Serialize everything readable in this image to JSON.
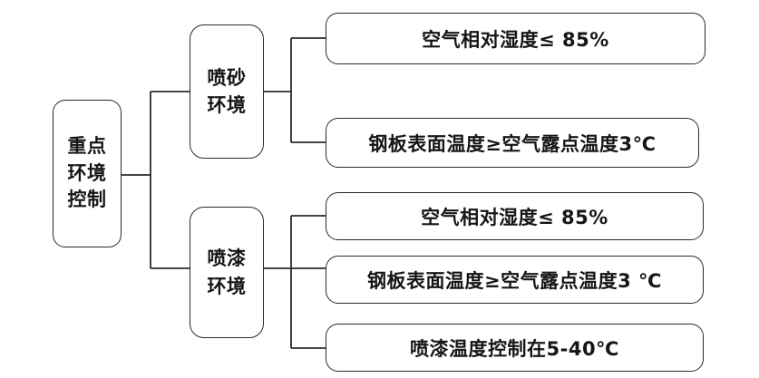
{
  "diagram": {
    "type": "tree-diagram",
    "orientation": "left-to-right",
    "background_color": "#ffffff",
    "line_color": "#2b2b2b",
    "text_color": "#161616",
    "root": {
      "id": "root-key-environment-control",
      "label": "重点\n环境\n控制",
      "label_plain": "重点环境控制"
    },
    "branches": [
      {
        "id": "branch-blasting",
        "label": "喷砂\n环境",
        "label_plain": "喷砂环境",
        "leaves": [
          {
            "id": "leaf-blasting-humidity",
            "label": "空气相对湿度≤ 85%"
          },
          {
            "id": "leaf-blasting-dewpoint",
            "label": "钢板表面温度≥空气露点温度3℃"
          }
        ]
      },
      {
        "id": "branch-painting",
        "label": "喷漆\n环境",
        "label_plain": "喷漆环境",
        "leaves": [
          {
            "id": "leaf-painting-humidity",
            "label": "空气相对湿度≤ 85%"
          },
          {
            "id": "leaf-painting-dewpoint",
            "label": "钢板表面温度≥空气露点温度3 ℃"
          },
          {
            "id": "leaf-painting-temperature",
            "label": "喷漆温度控制在5-40℃"
          }
        ]
      }
    ]
  }
}
